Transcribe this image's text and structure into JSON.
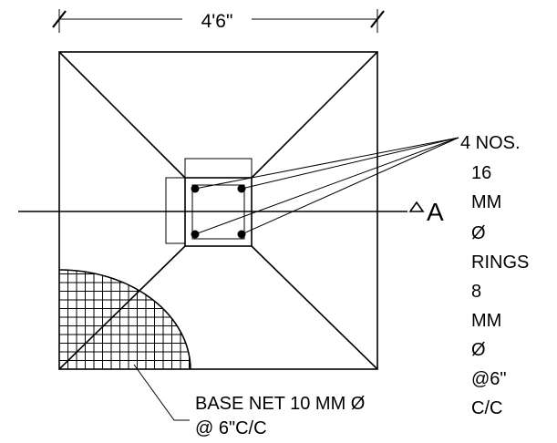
{
  "dimension": {
    "width_label": "4'6\""
  },
  "section_marker": {
    "label": "A"
  },
  "reinforcement_note": {
    "lines": [
      "4 NOS.",
      "16",
      "MM",
      "Ø",
      "RINGS",
      "8",
      "MM",
      "Ø",
      "@6\"",
      "C/C"
    ]
  },
  "base_net_note": {
    "line1": "BASE NET 10 MM Ø",
    "line2": "@ 6\"C/C"
  },
  "colors": {
    "ink": "#000000",
    "paper": "#ffffff"
  }
}
